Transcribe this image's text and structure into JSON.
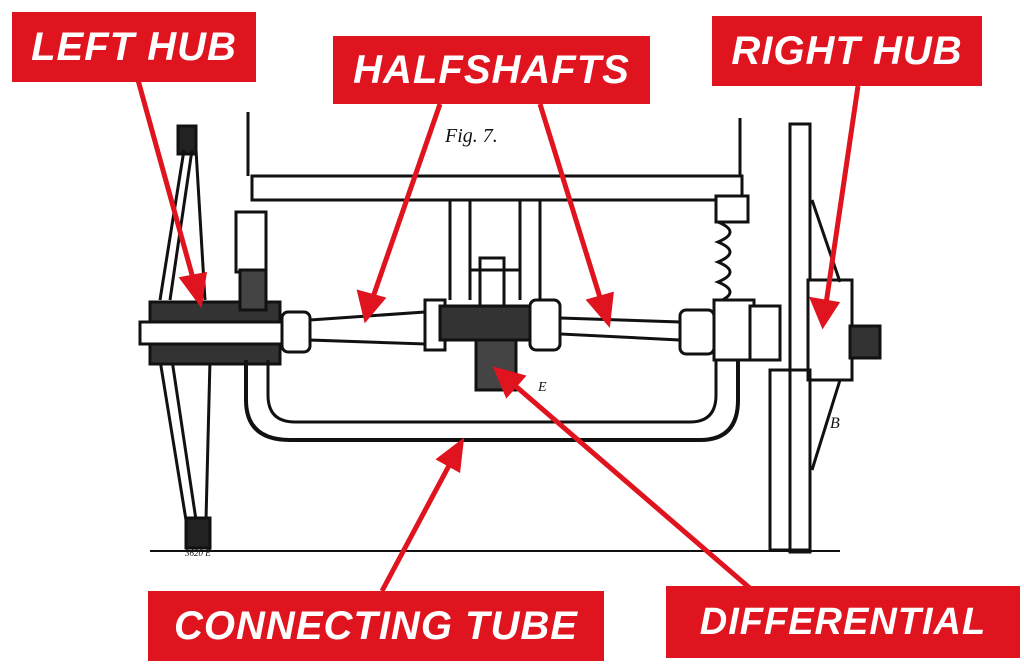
{
  "labels": {
    "left_hub": "LEFT HUB",
    "halfshafts": "HALFSHAFTS",
    "right_hub": "RIGHT HUB",
    "connecting_tube": "CONNECTING TUBE",
    "differential": "DIFFERENTIAL"
  },
  "drawing": {
    "figure_caption": "Fig. 7.",
    "letter_e": "E",
    "letter_b": "B",
    "plate_number": "3620 E"
  },
  "colors": {
    "label_background": "#e0141e",
    "label_text": "#ffffff",
    "arrow": "#e0141e",
    "ink": "#111111"
  }
}
